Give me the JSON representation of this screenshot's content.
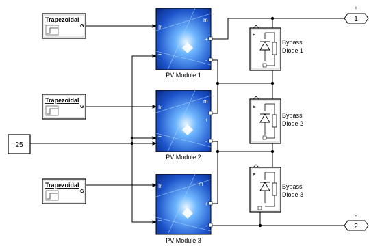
{
  "const_block": {
    "value": "25"
  },
  "trap_blocks": [
    {
      "title": "Trapezoidal",
      "port": "G"
    },
    {
      "title": "Trapezoidal",
      "port": "G"
    },
    {
      "title": "Trapezoidal",
      "port": "G"
    }
  ],
  "pv_modules": [
    {
      "name": "PV Module 1",
      "port_ir": "Ir",
      "port_t": "T",
      "port_m": "m",
      "port_plus": "+",
      "port_minus": "-"
    },
    {
      "name": "PV Module 2",
      "port_ir": "Ir",
      "port_t": "T",
      "port_m": "m",
      "port_plus": "+",
      "port_minus": "-"
    },
    {
      "name": "PV Module 3",
      "port_ir": "Ir",
      "port_t": "T",
      "port_m": "m",
      "port_plus": "+",
      "port_minus": "-"
    }
  ],
  "diodes": [
    {
      "name_line1": "Bypass",
      "name_line2": "Diode 1",
      "port": "E"
    },
    {
      "name_line1": "Bypass",
      "name_line2": "Diode 2",
      "port": "E"
    },
    {
      "name_line1": "Bypass",
      "name_line2": "Diode 3",
      "port": "E"
    }
  ],
  "outports": [
    {
      "number": "1",
      "sign": "+"
    },
    {
      "number": "2",
      "sign": "-"
    }
  ],
  "colors": {
    "line": "#000000",
    "panel_dark": "#0b2d8c",
    "panel_light": "#6fb7ff"
  }
}
